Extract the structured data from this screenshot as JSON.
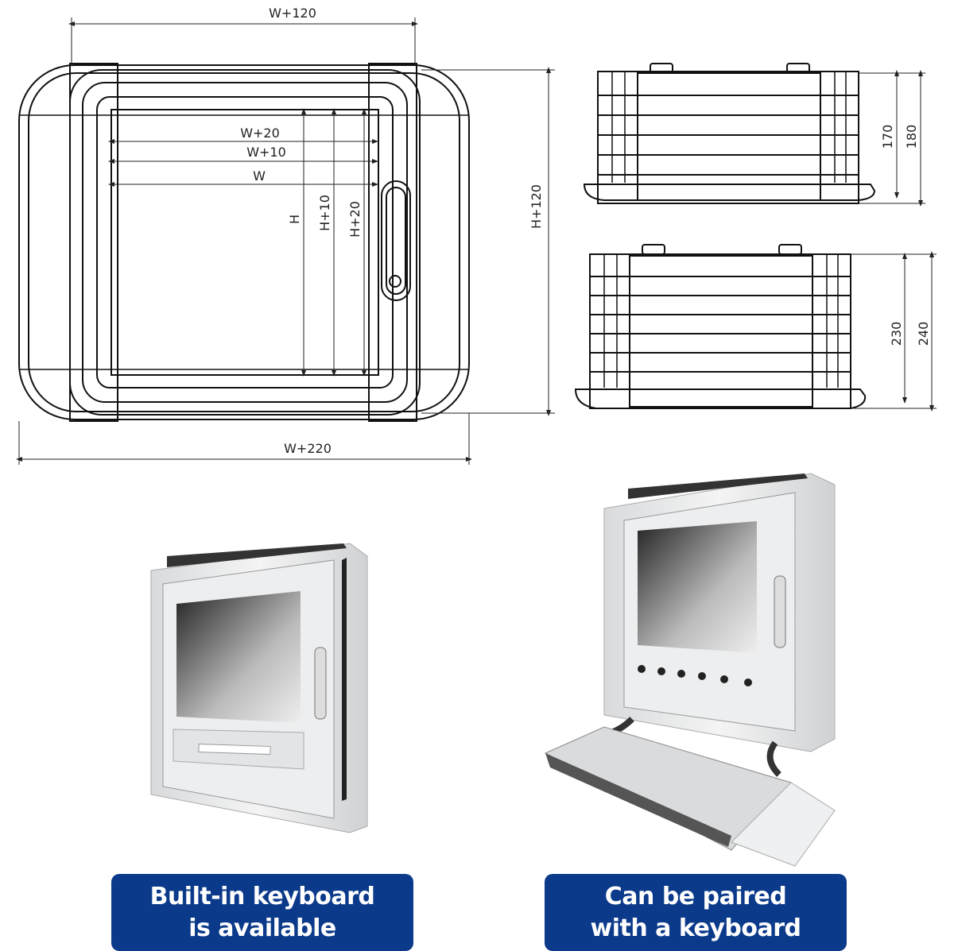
{
  "front_view": {
    "dims": {
      "top_width": "W+120",
      "bottom_width": "W+220",
      "inner_w20": "W+20",
      "inner_w10": "W+10",
      "inner_w": "W",
      "inner_h": "H",
      "inner_h10": "H+10",
      "inner_h20": "H+20",
      "outer_h": "H+120"
    }
  },
  "side_view_small": {
    "dims": {
      "inner": "170",
      "outer": "180"
    }
  },
  "side_view_large": {
    "dims": {
      "inner": "230",
      "outer": "240"
    }
  },
  "products": [
    {
      "caption_line1": "Built-in keyboard",
      "caption_line2": "is available"
    },
    {
      "caption_line1": "Can be paired",
      "caption_line2": "with a keyboard"
    }
  ],
  "colors": {
    "badge": "#0b3a8a"
  }
}
